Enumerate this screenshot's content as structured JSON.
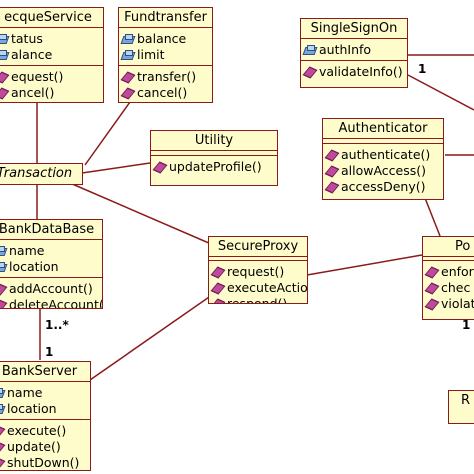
{
  "classes": {
    "checque_service": {
      "name": "ecqueService",
      "attributes": [
        "tatus",
        "alance"
      ],
      "operations": [
        "equest()",
        "ancel()"
      ]
    },
    "fundtransfer": {
      "name": "Fundtransfer",
      "attributes": [
        "balance",
        "limit"
      ],
      "operations": [
        "transfer()",
        "cancel()"
      ]
    },
    "single_sign_on": {
      "name": "SingleSignOn",
      "attributes": [
        "authInfo"
      ],
      "operations": [
        "validateInfo()"
      ]
    },
    "utility": {
      "name": "Utility",
      "operations": [
        "updateProfile()"
      ]
    },
    "authenticator": {
      "name": "Authenticator",
      "operations": [
        "authenticate()",
        "allowAccess()",
        "accessDeny()"
      ]
    },
    "transaction": {
      "name": "Transaction"
    },
    "bank_database": {
      "name": "BankDataBase",
      "attributes": [
        "name",
        "location"
      ],
      "operations": [
        "addAccount()",
        "deleteAccount()"
      ]
    },
    "secure_proxy": {
      "name": "SecureProxy",
      "operations": [
        "request()",
        "executeAction()",
        "respond()"
      ]
    },
    "policy": {
      "name": "Po",
      "operations": [
        "enfor",
        "chec",
        "violat"
      ]
    },
    "bank_server": {
      "name": "BankServer",
      "attributes": [
        "name",
        "location"
      ],
      "operations": [
        "execute()",
        "update()",
        "shutDown()"
      ]
    },
    "r_class": {
      "name": "R"
    }
  },
  "multiplicities": {
    "single_sign_on_one": "1",
    "bank_database_many": "1..*",
    "bank_server_one": "1",
    "policy_one": "1"
  },
  "icons": {
    "attribute": "attribute-icon",
    "operation": "operation-icon"
  },
  "colors": {
    "class_fill": "#fffccc",
    "class_border": "#8b1a1a",
    "line": "#8b1a1a",
    "attribute_icon": "#7aa6d8",
    "operation_icon": "#c04a9a"
  }
}
